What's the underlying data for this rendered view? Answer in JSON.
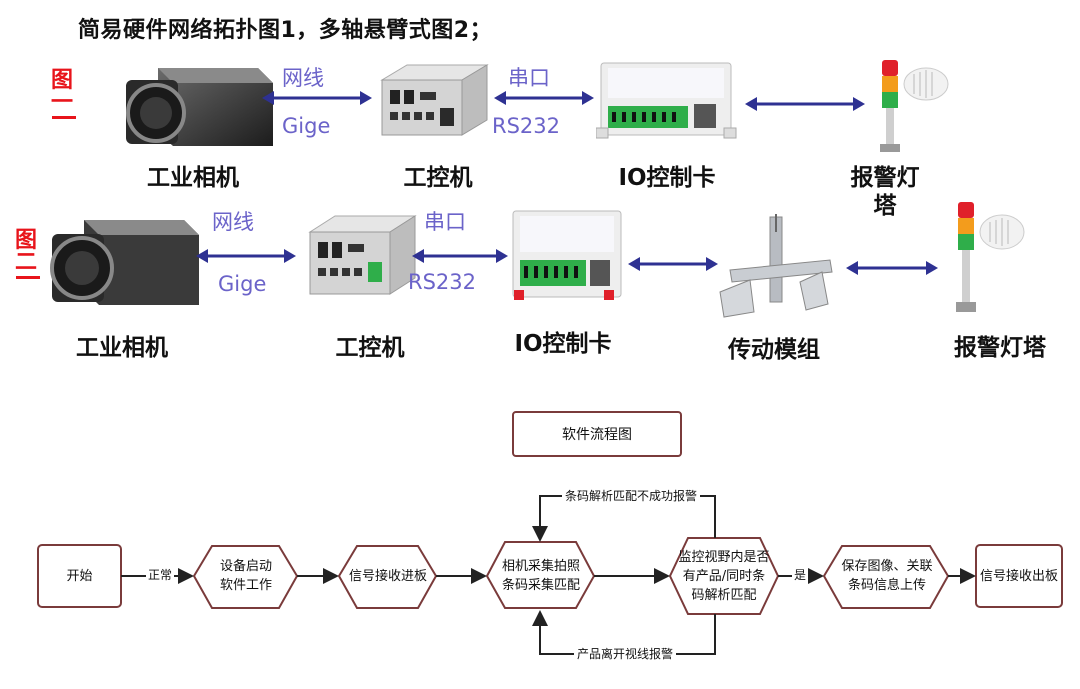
{
  "page_title": "简易硬件网络拓扑图1，多轴悬臂式图2；",
  "figure1": {
    "label": "图一",
    "camera": "工业相机",
    "ipc": "工控机",
    "io_card": "IO控制卡",
    "tower": "报警灯塔",
    "link_camera_ipc_top": "网线",
    "link_camera_ipc_bottom": "Gige",
    "link_ipc_io_top": "串口",
    "link_ipc_io_bottom": "RS232"
  },
  "figure2": {
    "label": "图二",
    "camera": "工业相机",
    "ipc": "工控机",
    "io_card": "IO控制卡",
    "motion": "传动模组",
    "tower": "报警灯塔",
    "link_camera_ipc_top": "网线",
    "link_camera_ipc_bottom": "Gige",
    "link_ipc_io_top": "串口",
    "link_ipc_io_bottom": "RS232"
  },
  "flowchart": {
    "title": "软件流程图",
    "start": "开始",
    "edge_normal": "正常",
    "device_start_l1": "设备启动",
    "device_start_l2": "软件工作",
    "signal_in": "信号接收进板",
    "capture_l1": "相机采集拍照",
    "capture_l2": "条码采集匹配",
    "decision_l1": "监控视野内是否",
    "decision_l2": "有产品/同时条",
    "decision_l3": "码解析匹配",
    "edge_yes": "是",
    "save_l1": "保存图像、关联",
    "save_l2": "条码信息上传",
    "signal_out": "信号接收出板",
    "loop_top": "条码解析匹配不成功报警",
    "loop_bottom": "产品离开视线报警"
  },
  "colors": {
    "figure_label": "#e8141b",
    "wire_text": "#6b63c9",
    "arrow": "#2e3192",
    "flow_line": "#7a3b3b"
  }
}
